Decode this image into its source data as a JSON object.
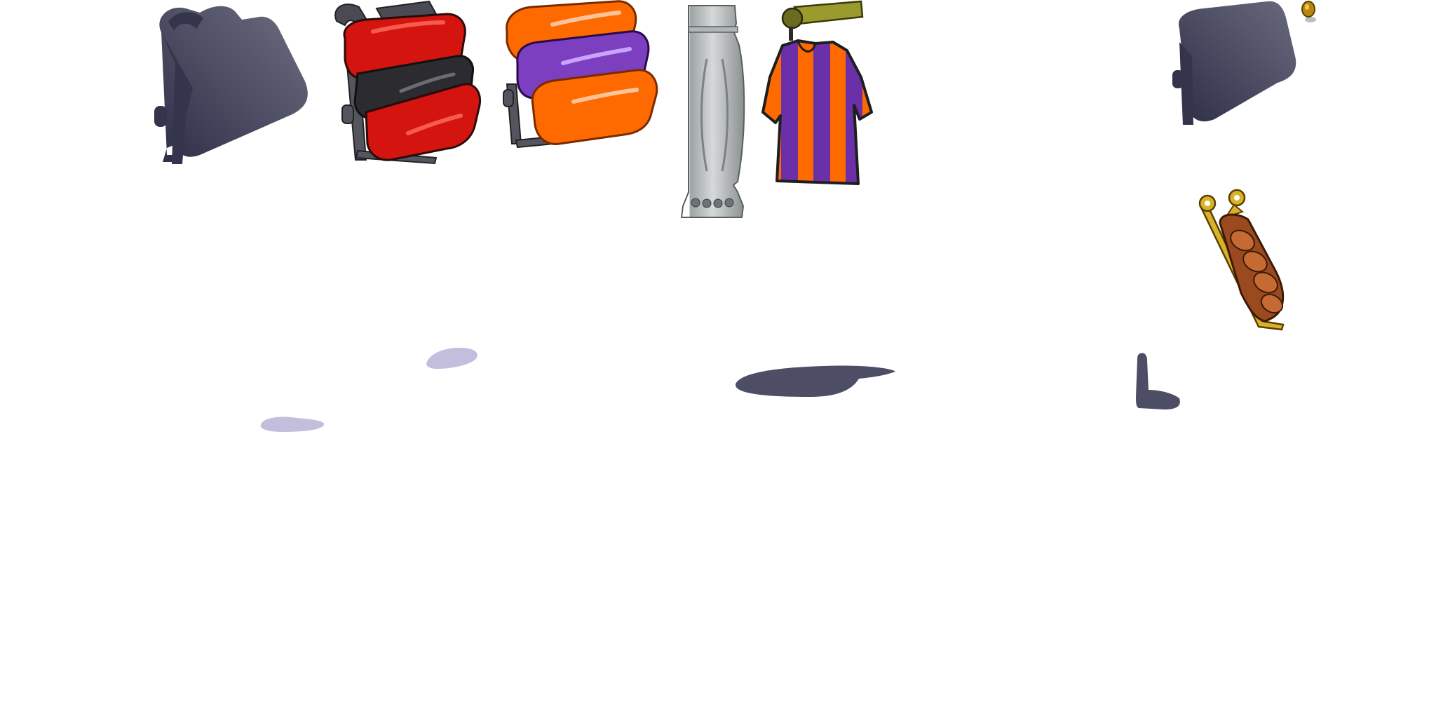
{
  "sheet": {
    "background": "#ffffff",
    "sprites": [
      {
        "id": "backpack-shadow",
        "icon": "backpack-shadow-icon",
        "color": "#3a3a52"
      },
      {
        "id": "backpack-red",
        "icon": "red-backpack-icon",
        "colors": {
          "main": "#d4140e",
          "band": "#2b2b30",
          "strap": "#4a4a55"
        }
      },
      {
        "id": "backpack-orange-purple",
        "icon": "orange-purple-backpack-icon",
        "colors": {
          "orange": "#ff6a00",
          "purple": "#7b3fc0",
          "strap": "#4a4a55"
        }
      },
      {
        "id": "stone-pillar",
        "icon": "stone-pillar-icon",
        "color": "#b9bcbc"
      },
      {
        "id": "striped-jersey-on-hanger",
        "icon": "striped-jersey-icon",
        "colors": {
          "orange": "#ff6a00",
          "purple": "#6b2fa8",
          "hanger": "#9a9a2e"
        }
      },
      {
        "id": "backpack-shadow-small",
        "icon": "backpack-shadow-icon",
        "color": "#3c3c58"
      },
      {
        "id": "brass-peg",
        "icon": "brass-peg-icon",
        "color": "#b8860b"
      },
      {
        "id": "brown-sled",
        "icon": "brown-sled-icon",
        "colors": {
          "body": "#9a4a1e",
          "rail": "#d9b22a"
        }
      },
      {
        "id": "ground-shadow-small-1",
        "icon": "ground-shadow-icon",
        "color": "#b7b3d6"
      },
      {
        "id": "ground-shadow-small-2",
        "icon": "ground-shadow-icon",
        "color": "#b7b3d6"
      },
      {
        "id": "ground-shadow-large",
        "icon": "ground-shadow-icon",
        "color": "#4e4d66"
      },
      {
        "id": "ground-shadow-l-shape",
        "icon": "ground-shadow-icon",
        "color": "#4e4d66"
      }
    ]
  }
}
